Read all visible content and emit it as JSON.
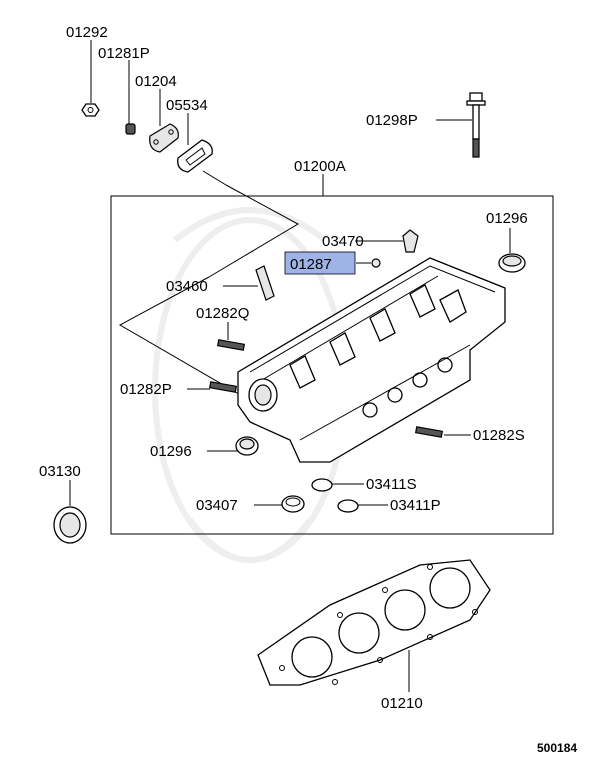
{
  "labels": {
    "p01292": "01292",
    "p01281P": "01281P",
    "p01204": "01204",
    "p05534": "05534",
    "p01298P": "01298P",
    "p01200A": "01200A",
    "p01296_top": "01296",
    "p03470": "03470",
    "p01287": "01287",
    "p03460": "03460",
    "p01282Q": "01282Q",
    "p01282P": "01282P",
    "p01282S": "01282S",
    "p01296_bottom": "01296",
    "p03411S": "03411S",
    "p03407": "03407",
    "p03411P": "03411P",
    "p03130": "03130",
    "p01210": "01210"
  },
  "footer": {
    "code": "500184"
  },
  "highlight_color": "#9fb3e6"
}
